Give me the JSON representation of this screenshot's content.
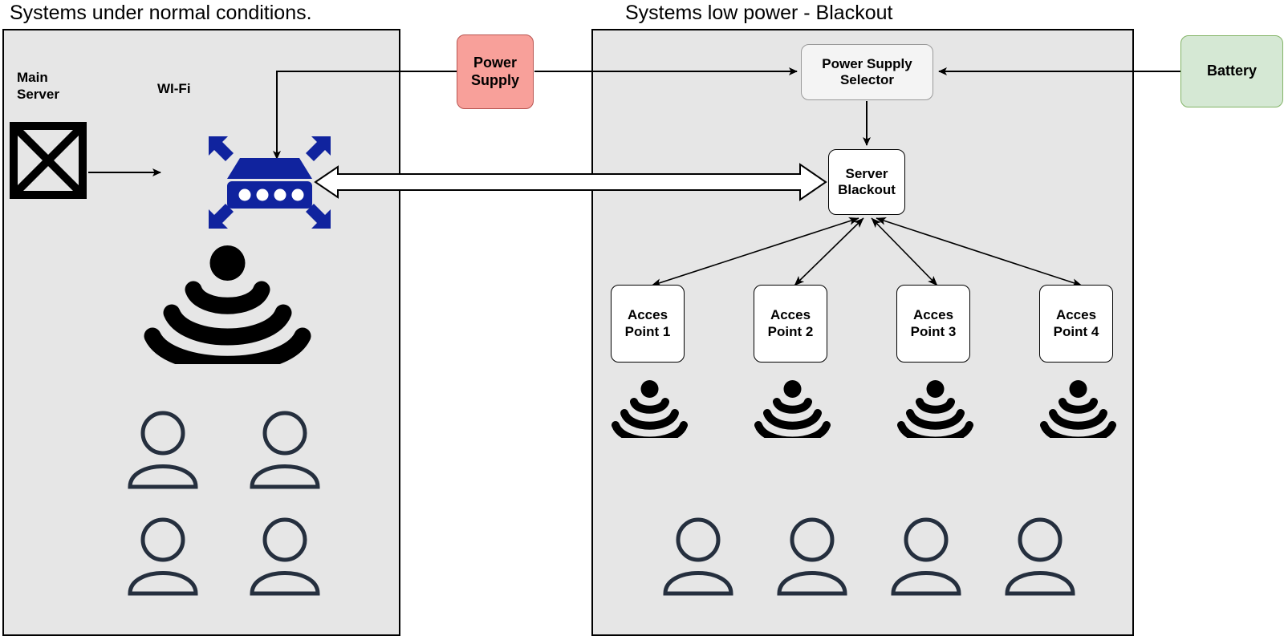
{
  "diagram": {
    "title_left": "Systems under normal conditions.",
    "title_right": "Systems low power - Blackout"
  },
  "colors": {
    "panel_fill": "#e6e6e6",
    "panel_border": "#000000",
    "power_supply_fill": "#f8a09a",
    "power_supply_border": "#b85450",
    "battery_fill": "#d5e8d4",
    "battery_border": "#82b366",
    "selector_fill": "#f4f4f4",
    "selector_border": "#999999",
    "router_blue": "#10239e",
    "person_outline": "#252f3e",
    "wifi_black": "#000000"
  },
  "left_panel": {
    "main_server_label": "Main\nServer",
    "main_server_icon": "crossed-square-icon",
    "wifi_label": "WI-Fi",
    "router_icon": "router-icon",
    "wifi_signal_icon": "wifi-signal-icon",
    "users": [
      {
        "name": "user-1",
        "icon": "person-icon"
      },
      {
        "name": "user-2",
        "icon": "person-icon"
      },
      {
        "name": "user-3",
        "icon": "person-icon"
      },
      {
        "name": "user-4",
        "icon": "person-icon"
      }
    ]
  },
  "external": {
    "power_supply": "Power\nSupply",
    "battery": "Battery"
  },
  "right_panel": {
    "power_supply_selector": "Power Supply\nSelector",
    "server_blackout": "Server\nBlackout",
    "access_points": [
      {
        "label": "Acces\nPoint 1",
        "wifi_icon": "wifi-signal-icon"
      },
      {
        "label": "Acces\nPoint 2",
        "wifi_icon": "wifi-signal-icon"
      },
      {
        "label": "Acces\nPoint 3",
        "wifi_icon": "wifi-signal-icon"
      },
      {
        "label": "Acces\nPoint 4",
        "wifi_icon": "wifi-signal-icon"
      }
    ],
    "users": [
      {
        "name": "user-1",
        "icon": "person-icon"
      },
      {
        "name": "user-2",
        "icon": "person-icon"
      },
      {
        "name": "user-3",
        "icon": "person-icon"
      },
      {
        "name": "user-4",
        "icon": "person-icon"
      }
    ]
  },
  "connections": [
    {
      "name": "main-server-to-router",
      "from": "Main Server",
      "to": "Router",
      "style": "arrow"
    },
    {
      "name": "power-supply-to-router",
      "from": "Power Supply",
      "to": "Router",
      "style": "arrow"
    },
    {
      "name": "power-supply-to-selector",
      "from": "Power Supply",
      "to": "Power Supply Selector",
      "style": "arrow"
    },
    {
      "name": "battery-to-selector",
      "from": "Battery",
      "to": "Power Supply Selector",
      "style": "arrow"
    },
    {
      "name": "selector-to-server-blackout",
      "from": "Power Supply Selector",
      "to": "Server Blackout",
      "style": "arrow"
    },
    {
      "name": "router-to-server-blackout",
      "from": "Router",
      "to": "Server Blackout",
      "style": "double-block-arrow"
    },
    {
      "name": "server-blackout-to-acces-point-1",
      "from": "Server Blackout",
      "to": "Acces Point 1",
      "style": "double-arrow"
    },
    {
      "name": "server-blackout-to-acces-point-2",
      "from": "Server Blackout",
      "to": "Acces Point 2",
      "style": "double-arrow"
    },
    {
      "name": "server-blackout-to-acces-point-3",
      "from": "Server Blackout",
      "to": "Acces Point 3",
      "style": "double-arrow"
    },
    {
      "name": "server-blackout-to-acces-point-4",
      "from": "Server Blackout",
      "to": "Acces Point 4",
      "style": "double-arrow"
    }
  ]
}
